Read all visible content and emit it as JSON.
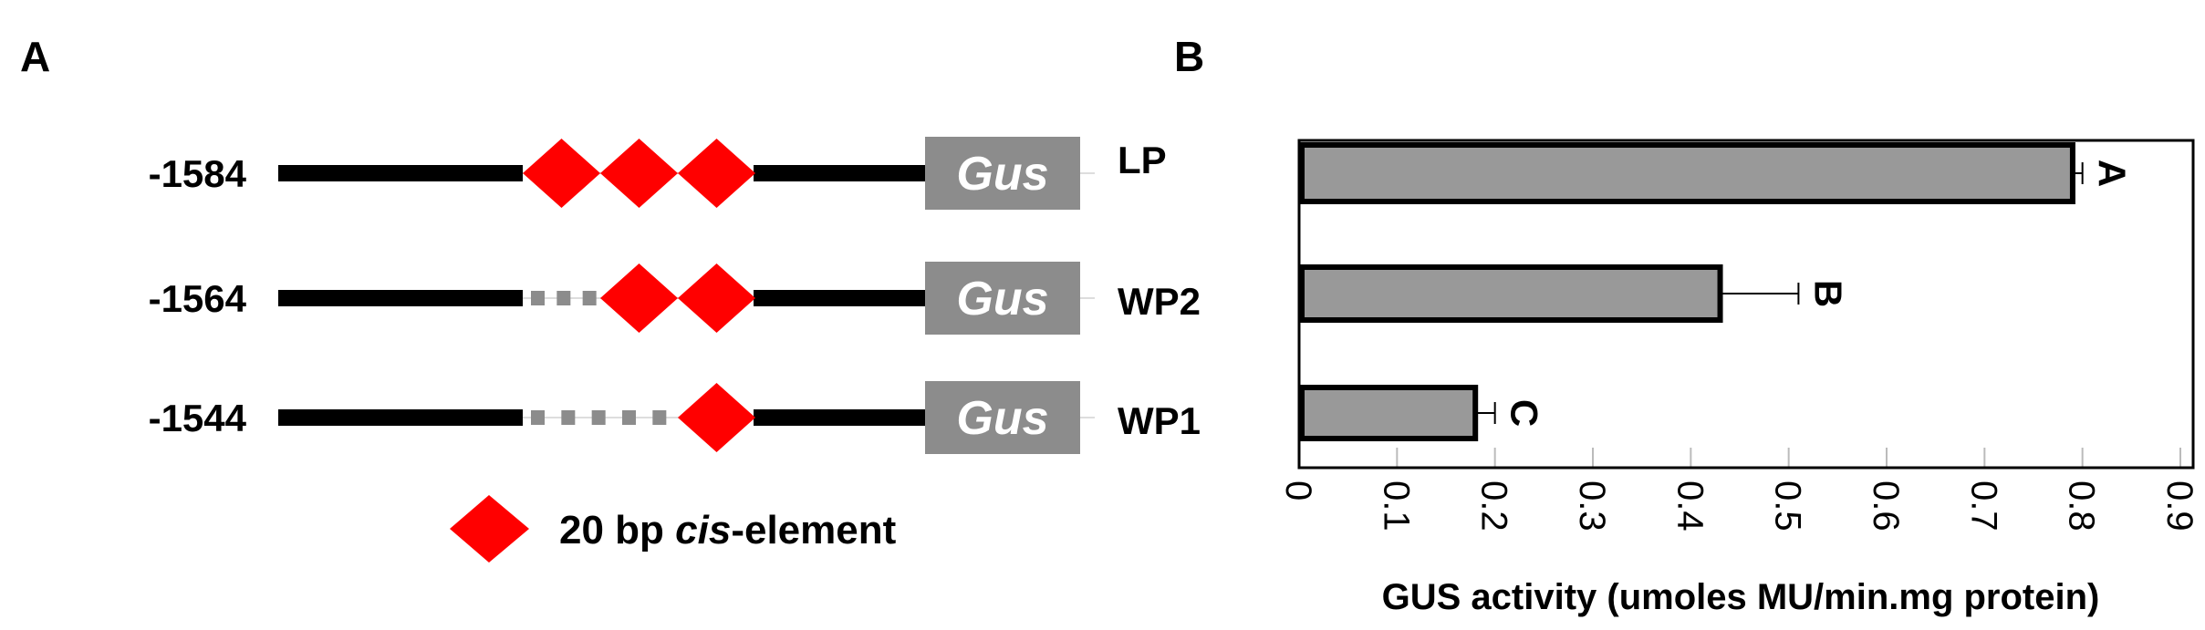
{
  "panel_a": {
    "label": "A",
    "constructs": [
      {
        "position": "-1584",
        "name": "LP",
        "elements": 3,
        "deleted": 0,
        "reporter": "Gus"
      },
      {
        "position": "-1564",
        "name": "WP2",
        "elements": 2,
        "deleted": 1,
        "reporter": "Gus"
      },
      {
        "position": "-1544",
        "name": "WP1",
        "elements": 1,
        "deleted": 2,
        "reporter": "Gus"
      }
    ],
    "legend": {
      "prefix": "20 bp ",
      "italic": "cis",
      "suffix": "-element"
    },
    "colors": {
      "element": "#ff0000",
      "gus_box": "#8c8c8c",
      "deleted": "#8c8c8c",
      "line": "#000000"
    }
  },
  "chart_data": {
    "type": "bar",
    "orientation": "horizontal",
    "panel_label": "B",
    "categories": [
      "LP",
      "WP2",
      "WP1"
    ],
    "values": [
      0.79,
      0.43,
      0.18
    ],
    "errors": [
      0.01,
      0.08,
      0.02
    ],
    "significance_letters": [
      "A",
      "B",
      "C"
    ],
    "xlabel": "GUS activity (umoles MU/min.mg protein)",
    "xlim": [
      0,
      0.9
    ],
    "xticks": [
      "0",
      "0.1",
      "0.2",
      "0.3",
      "0.4",
      "0.5",
      "0.6",
      "0.7",
      "0.8",
      "0.9"
    ],
    "grid": true,
    "bar_color": "#999999"
  }
}
